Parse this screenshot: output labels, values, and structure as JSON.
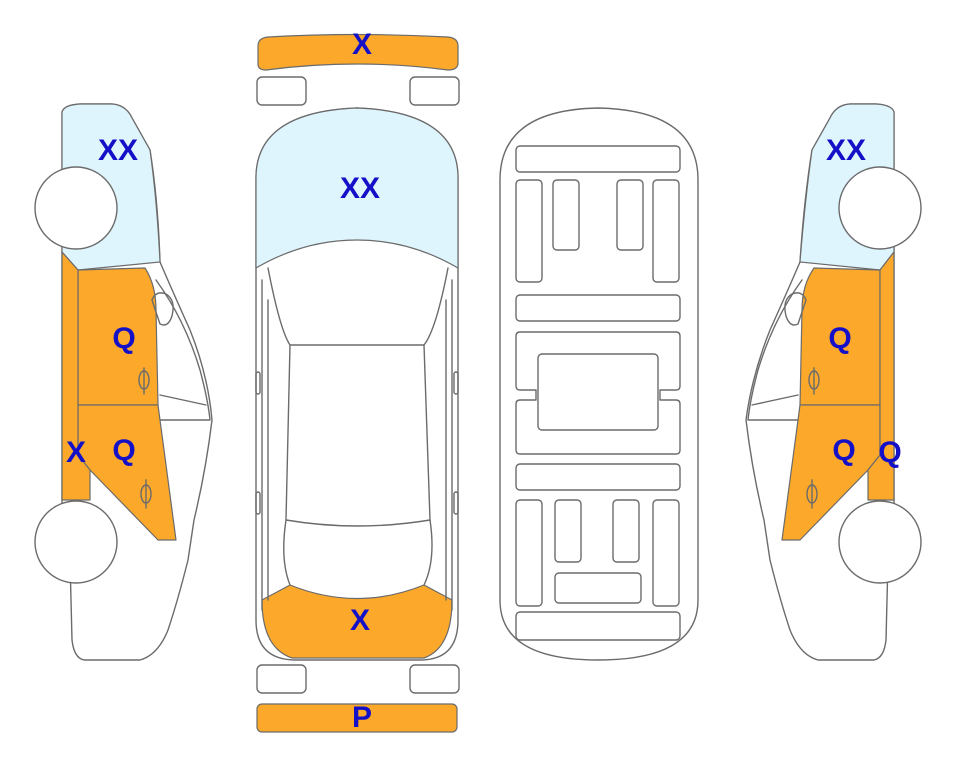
{
  "colors": {
    "damaged": "#fca82a",
    "glass": "#dff5fd",
    "label": "#1410c8",
    "outline": "#6b6b6b"
  },
  "legend_labels": {
    "front_bumper": "X",
    "windshield": "XX",
    "rear_glass": "X",
    "rear_bumper": "P",
    "left_glass": "XX",
    "left_front_door": "Q",
    "left_rear_door": "Q",
    "left_rocker": "X",
    "right_glass": "XX",
    "right_front_door": "Q",
    "right_rear_door": "Q",
    "right_rocker": "Q"
  }
}
